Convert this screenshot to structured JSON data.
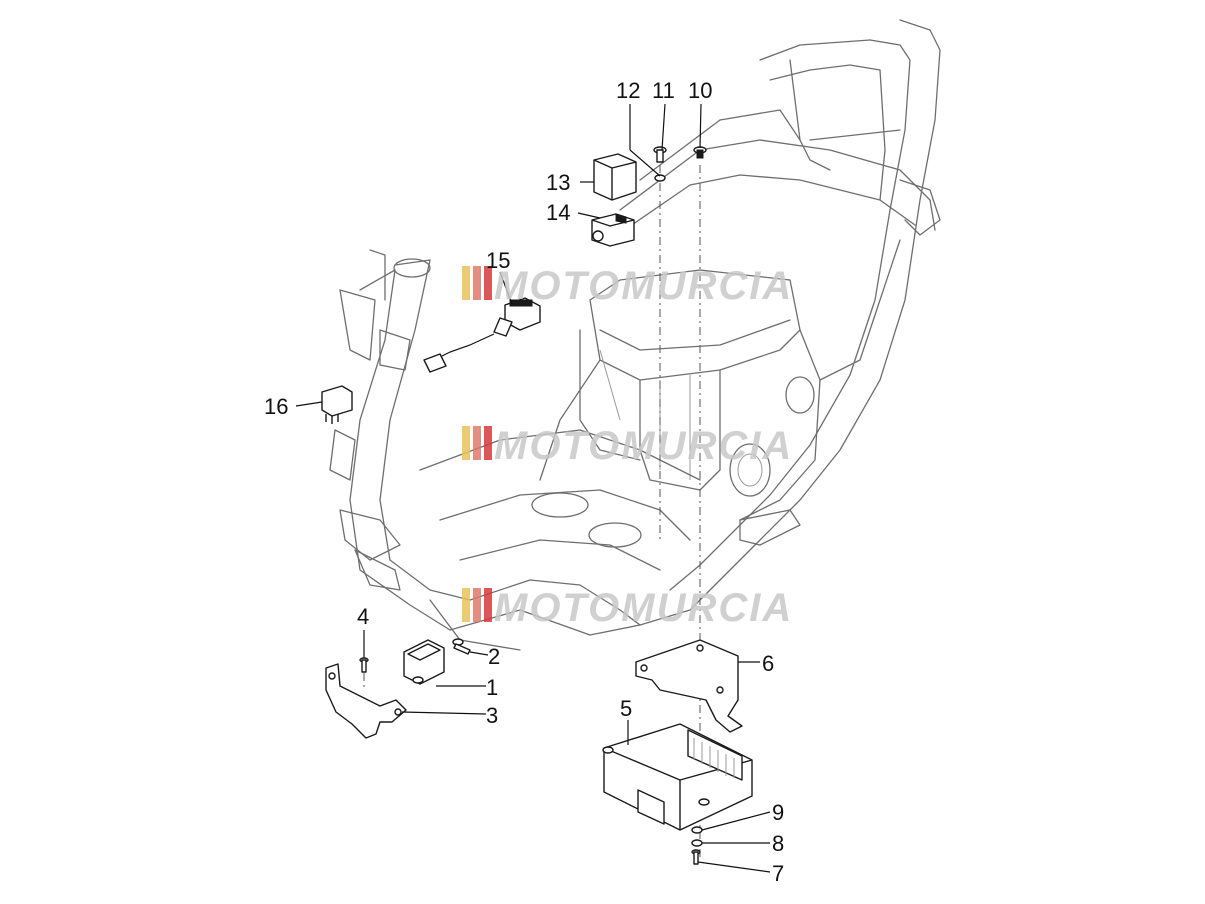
{
  "callouts": [
    {
      "id": "1",
      "label": "1"
    },
    {
      "id": "2",
      "label": "2"
    },
    {
      "id": "3",
      "label": "3"
    },
    {
      "id": "4",
      "label": "4"
    },
    {
      "id": "5",
      "label": "5"
    },
    {
      "id": "6",
      "label": "6"
    },
    {
      "id": "7",
      "label": "7"
    },
    {
      "id": "8",
      "label": "8"
    },
    {
      "id": "9",
      "label": "9"
    },
    {
      "id": "10",
      "label": "10"
    },
    {
      "id": "11",
      "label": "11"
    },
    {
      "id": "12",
      "label": "12"
    },
    {
      "id": "13",
      "label": "13"
    },
    {
      "id": "14",
      "label": "14"
    },
    {
      "id": "15",
      "label": "15"
    },
    {
      "id": "16",
      "label": "16"
    }
  ],
  "watermark": {
    "text": "MOTOMURCIA",
    "text_color": "#c8c8c8",
    "stripe_colors": [
      "#e9c35a",
      "#e07a6a",
      "#d63a3a"
    ]
  },
  "colors": {
    "frame_line": "#6e6e6e",
    "part_line": "#1a1a1a",
    "background": "#ffffff"
  }
}
